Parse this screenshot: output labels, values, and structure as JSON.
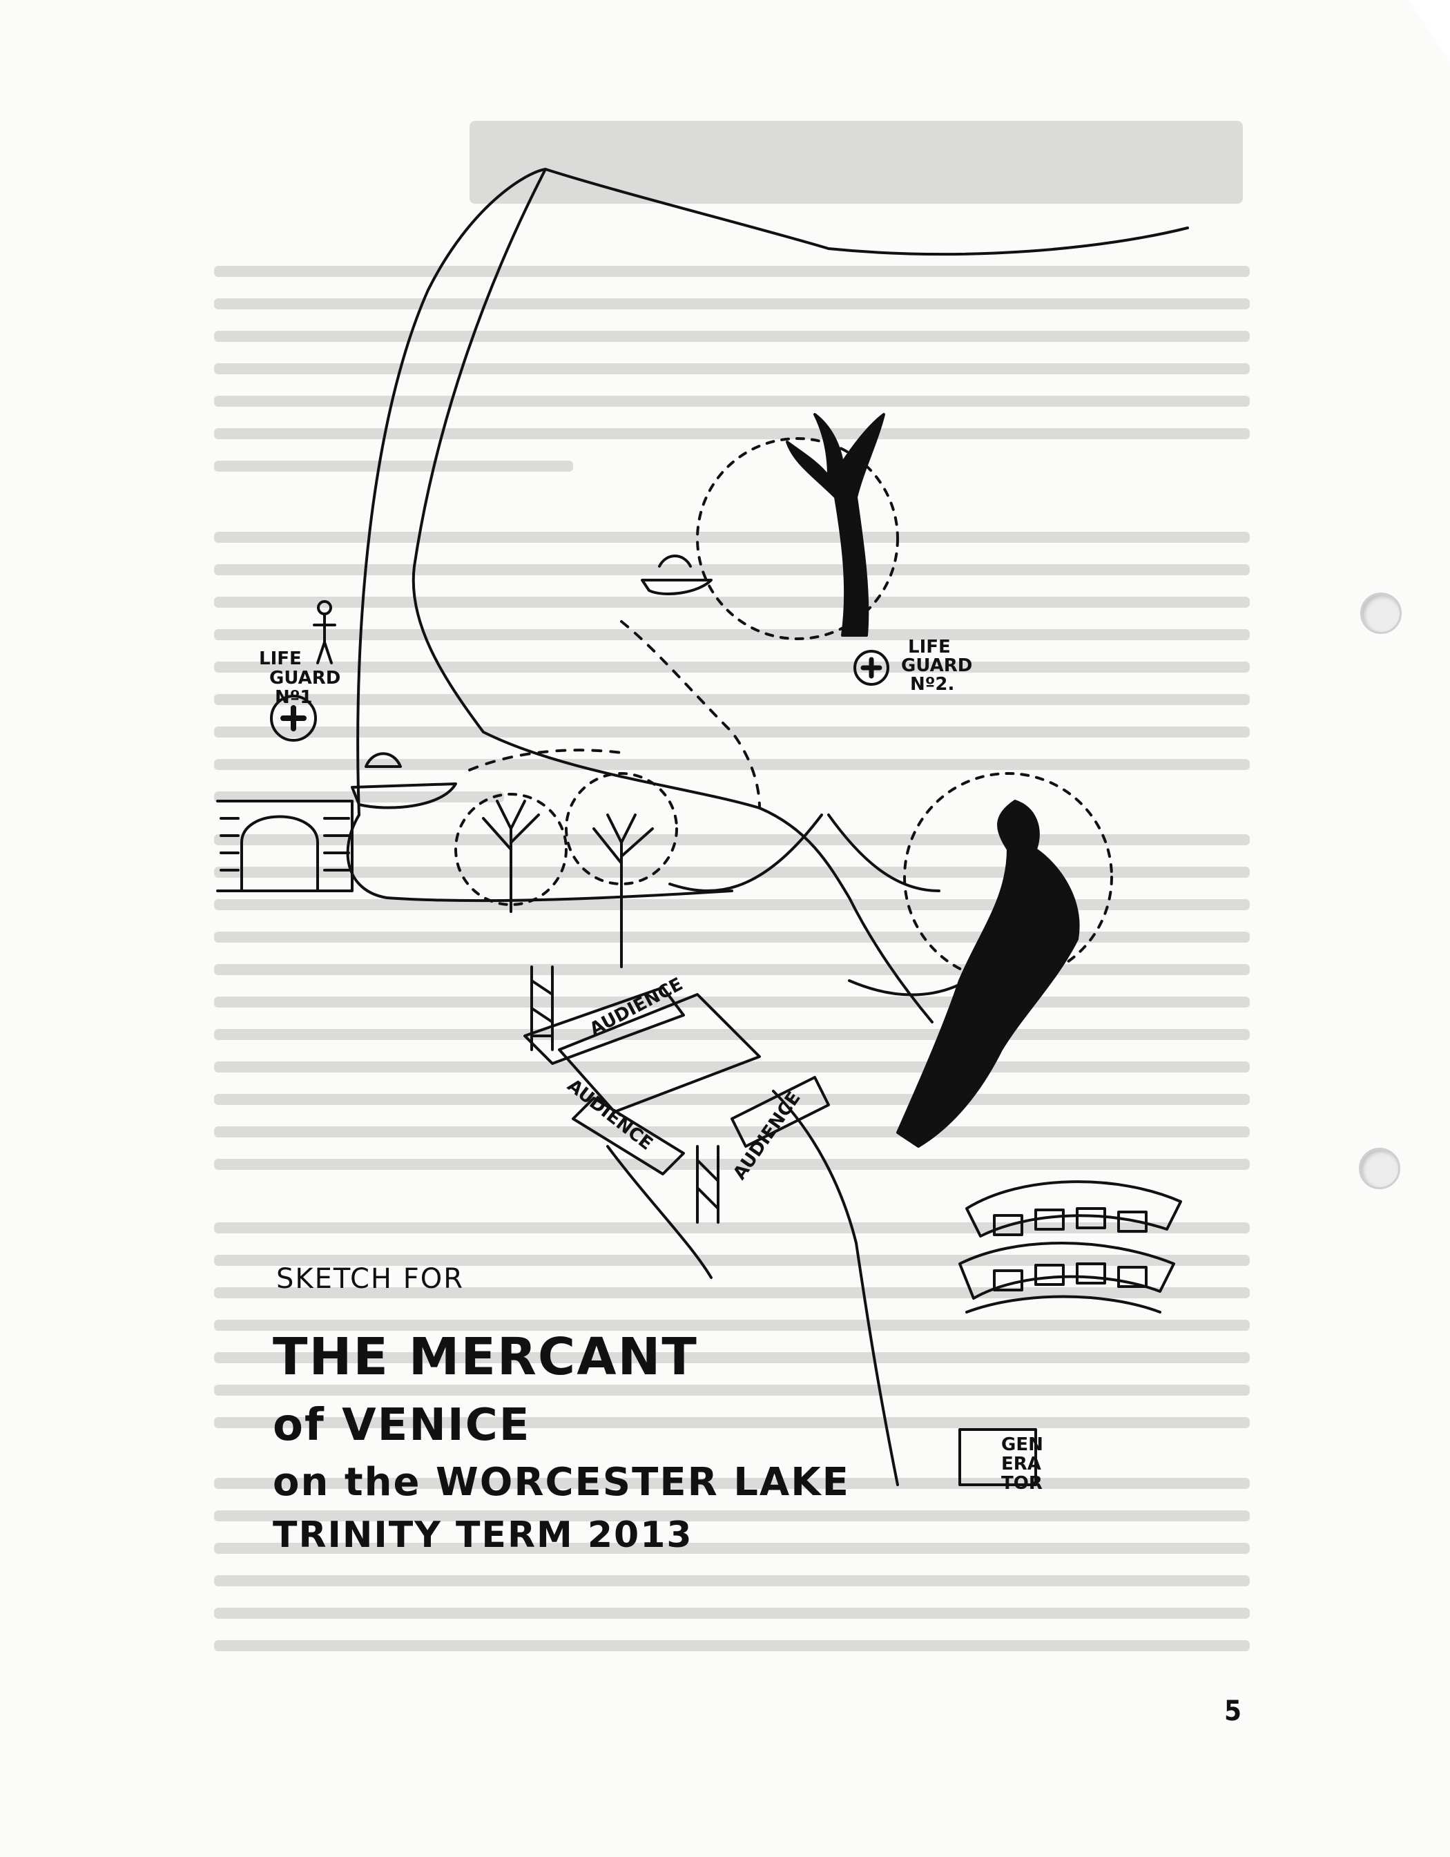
{
  "page": {
    "number": "5"
  },
  "sketch": {
    "title_line_1": "SKETCH FOR",
    "title_line_2": "THE MERCANT",
    "title_line_3": "of VENICE",
    "title_line_4": "on the WORCESTER LAKE",
    "title_line_5": "TRINITY TERM 2013",
    "lifeguard_1": {
      "line1": "LIFE",
      "line2": "GUARD",
      "line3": "Nº1"
    },
    "lifeguard_2": {
      "line1": "LIFE",
      "line2": "GUARD",
      "line3": "Nº2."
    },
    "audience_labels": [
      "AUDIENCE",
      "AUDIENCE",
      "AUDIENCE"
    ],
    "generator": {
      "line1": "GEN",
      "line2": "ERA",
      "line3": "TOR"
    }
  }
}
